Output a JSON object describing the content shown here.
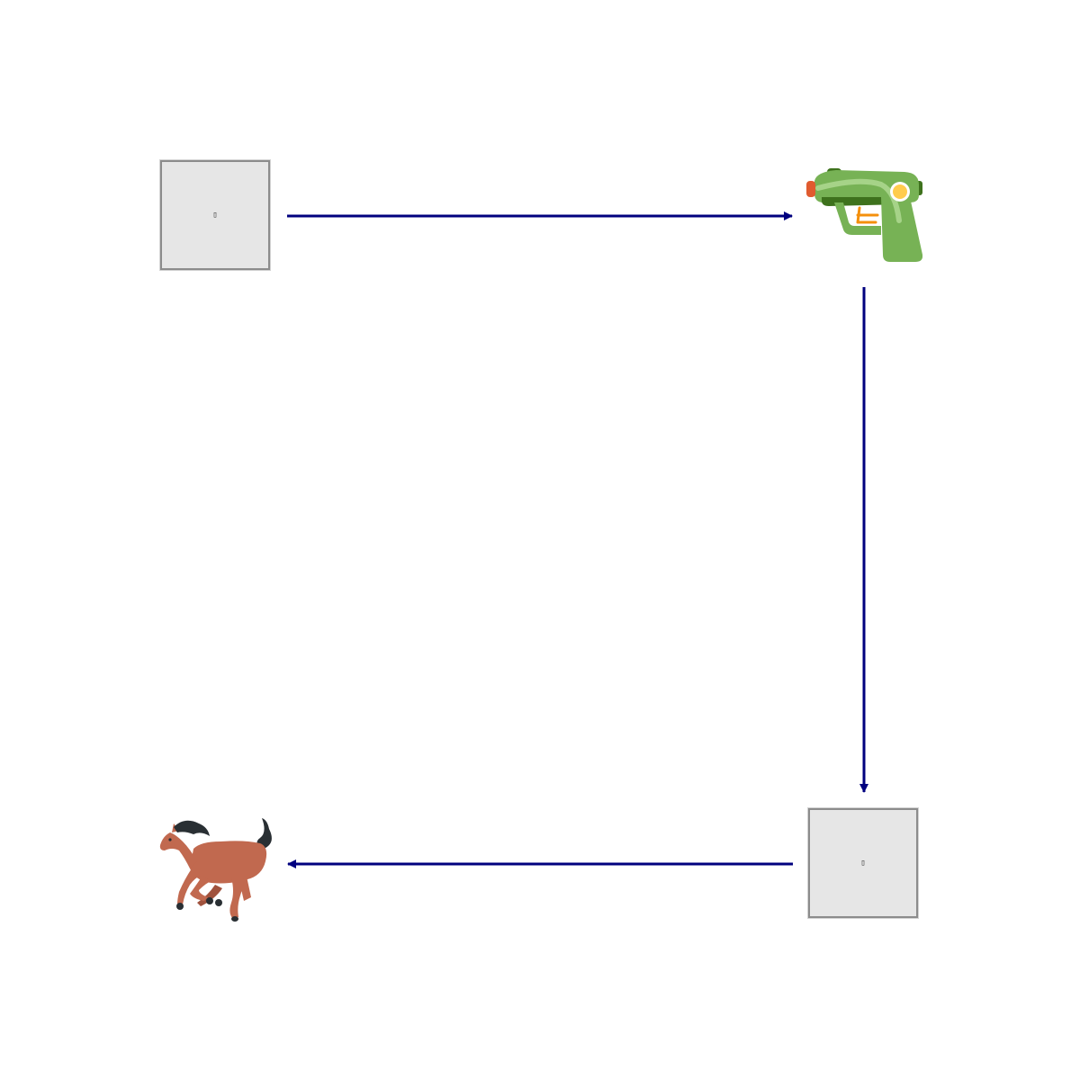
{
  "diagram": {
    "nodes": [
      {
        "id": "n1",
        "kind": "placeholder",
        "glyph": "▯"
      },
      {
        "id": "n2",
        "kind": "emoji",
        "icon": "water-pistol-icon"
      },
      {
        "id": "n3",
        "kind": "placeholder",
        "glyph": "▯"
      },
      {
        "id": "n4",
        "kind": "emoji",
        "icon": "horse-racing-icon"
      }
    ],
    "edges": [
      {
        "from": "n1",
        "to": "n2"
      },
      {
        "from": "n2",
        "to": "n3"
      },
      {
        "from": "n3",
        "to": "n4"
      }
    ],
    "colors": {
      "arrow": "#00007f",
      "box_fill": "#e6e6e6",
      "box_border": "#8c8c8c",
      "gun_green": "#77b255",
      "gun_dark_green": "#3e721d",
      "gun_light": "#a6d388",
      "gun_muzzle": "#e05b2f",
      "gun_dot": "#ffcc4d",
      "gun_trigger": "#f4900c",
      "horse_body": "#c1694f",
      "horse_mane": "#292f33"
    }
  }
}
